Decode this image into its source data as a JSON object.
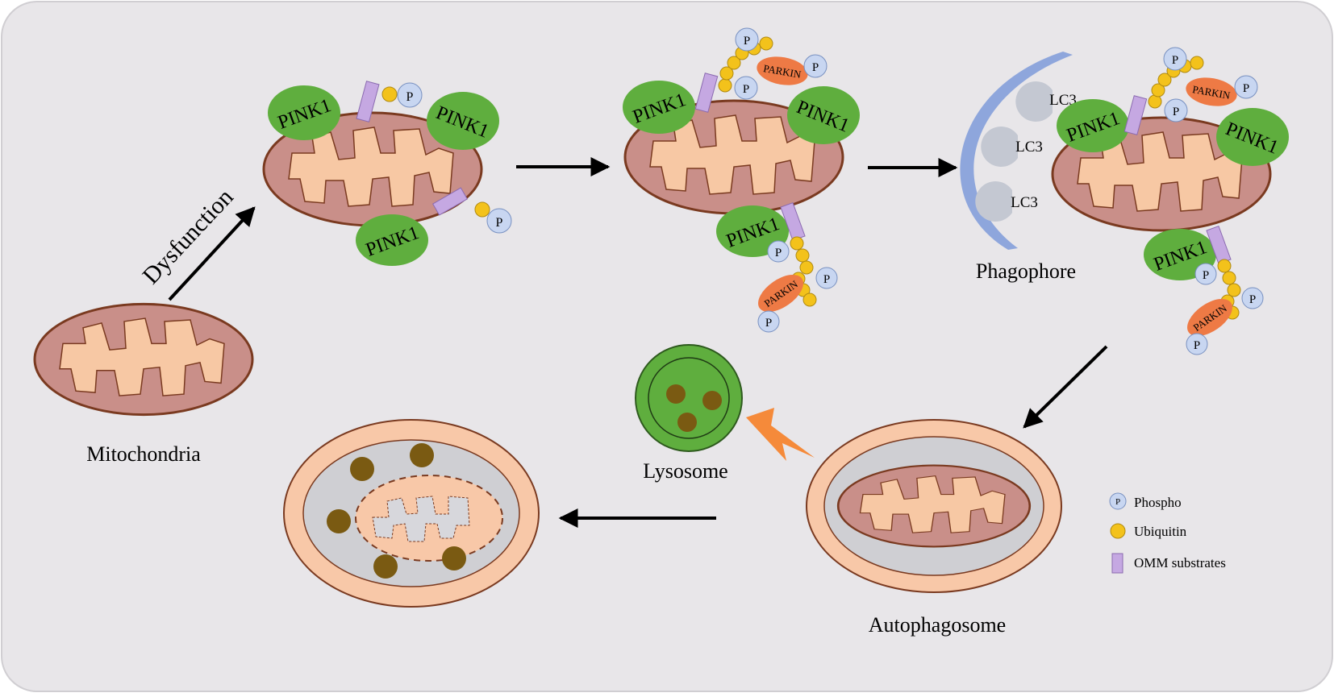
{
  "labels": {
    "mitochondria": "Mitochondria",
    "dysfunction": "Dysfunction",
    "phagophore": "Phagophore",
    "lysosome": "Lysosome",
    "autophagosome": "Autophagosome",
    "pink1": "PINK1",
    "parkin": "PARKIN",
    "lc3": "LC3",
    "phospho": "P"
  },
  "legend": {
    "phospho": "Phospho",
    "ubiquitin": "Ubiquitin",
    "omm": "OMM substrates"
  },
  "colors": {
    "background": "#e8e6e9",
    "matrix": "#c98f89",
    "crista": "#f7c8a4",
    "outline": "#7a3a20",
    "pink1": "#5fae3e",
    "parkin": "#ee7a45",
    "ubiquitin": "#f3c21b",
    "phospho": "#c8d6f1",
    "omm": "#c5a8e2",
    "phagophore": "#8ea6dc",
    "lc3": "#c4c8d2",
    "lysosome": "#5fae3e",
    "vesicle": "#f8c8a8",
    "vesicle_inner": "#cfcfd3",
    "debris": "#7a5a12",
    "lightning": "#f58a3a"
  }
}
